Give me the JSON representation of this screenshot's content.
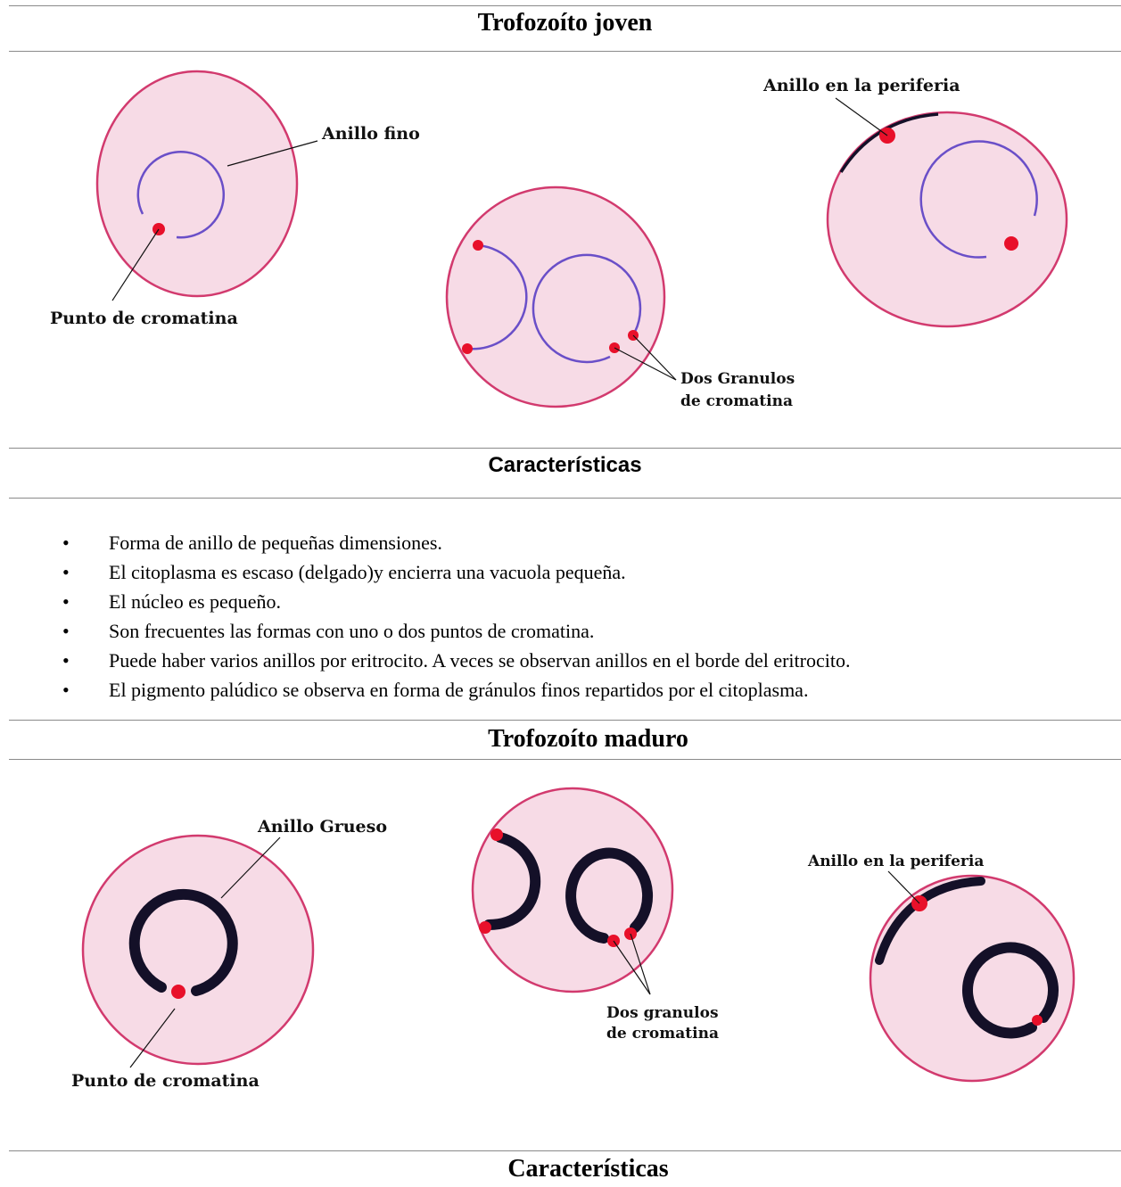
{
  "section1": {
    "title": "Trofozoíto joven",
    "labels": {
      "anillo_fino": "Anillo fino",
      "punto_cromatina": "Punto de cromatina",
      "dos_granulos_1": "Dos Granulos",
      "dos_granulos_2": "de cromatina",
      "anillo_periferia": "Anillo en la periferia"
    }
  },
  "characteristics1": {
    "title": "Características",
    "items": [
      "Forma de anillo de pequeñas dimensiones.",
      " El citoplasma es escaso (delgado)y encierra una vacuola pequeña.",
      " El núcleo es pequeño.",
      "Son frecuentes las formas con uno o dos puntos de cromatina.",
      "Puede haber varios anillos por eritrocito. A veces se observan anillos en el borde del eritrocito.",
      "El pigmento palúdico se observa en forma de gránulos finos repartidos por el citoplasma."
    ]
  },
  "section2": {
    "title": "Trofozoíto maduro",
    "labels": {
      "anillo_grueso": "Anillo Grueso",
      "punto_cromatina": "Punto de cromatina",
      "dos_granulos_1": "Dos granulos",
      "dos_granulos_2": "de cromatina",
      "anillo_periferia": "Anillo en la periferia"
    }
  },
  "characteristics2": {
    "title": "Características"
  },
  "colors": {
    "cell_fill": "#f7dbe6",
    "cell_border": "#d23a6e",
    "thin_ring": "#6a4fc8",
    "thick_ring": "#141028",
    "chromatin": "#e8102a"
  }
}
